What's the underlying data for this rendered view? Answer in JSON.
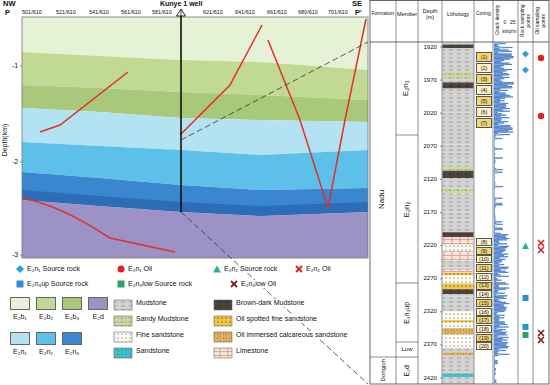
{
  "diagram": {
    "nodes": [
      {
        "text": [
          "Nadu"
        ]
      },
      {
        "text": [
          "Dongjun"
        ]
      },
      {
        "text": [
          "E₂n₁"
        ]
      },
      {
        "text": [
          "E₂n₂"
        ]
      },
      {
        "text": [
          "E₂n₃up"
        ]
      },
      {
        "text": [
          "Low"
        ]
      },
      {
        "text": [
          "E₂d"
        ]
      },
      {
        "text": [
          "(1)"
        ]
      },
      {
        "text": [
          "(2)"
        ]
      },
      {
        "text": [
          "(3)"
        ]
      },
      {
        "text": [
          "(4)"
        ]
      },
      {
        "text": [
          "(5)"
        ]
      },
      {
        "text": [
          "(6)"
        ]
      },
      {
        "text": [
          "(7)"
        ]
      },
      {
        "text": [
          "(8)"
        ]
      },
      {
        "text": [
          "(9)"
        ]
      },
      {
        "text": [
          "(10)"
        ]
      },
      {
        "text": [
          "(11)"
        ]
      },
      {
        "text": [
          "(12)"
        ]
      },
      {
        "text": [
          "(13)"
        ]
      },
      {
        "text": [
          "(14)"
        ]
      },
      {
        "text": [
          "(15)"
        ]
      },
      {
        "text": [
          "(16)"
        ]
      },
      {
        "text": [
          "(17)"
        ]
      },
      {
        "text": [
          "(18)"
        ]
      },
      {
        "text": [
          "(19)"
        ]
      },
      {
        "text": [
          "(20)"
        ]
      }
    ],
    "labels": [
      "NW",
      "P",
      "SE",
      "P'",
      "Kunye 1 well",
      "501/610",
      "521/610",
      "541/610",
      "561/610",
      "581/610",
      "621/610",
      "641/610",
      "661/610",
      "680/610",
      "701/610",
      "-1",
      "-2",
      "-3",
      "Depth(km)",
      "Formation",
      "Member",
      "Depth (m)",
      "Lithology",
      "Coring",
      "0",
      "25",
      "strip/m",
      "Crack density",
      "Rock sampling points",
      "Oil sampling points",
      "1920",
      "1970",
      "2020",
      "2070",
      "2120",
      "2170",
      "2220",
      "2270",
      "2320",
      "2370",
      "2420"
    ],
    "legend": [
      {
        "text": "E₂n₁ Source rock"
      },
      {
        "text": "E₂n₁ Oil"
      },
      {
        "text": "E₂n₂ Source rock"
      },
      {
        "text": "E₂n₂ Oil"
      },
      {
        "text": "E₂n₃up Source rock"
      },
      {
        "text": "E₂n₃low Source rock"
      },
      {
        "text": "E₂n₃low Oil"
      },
      {
        "text": "E₂b₁",
        "color": "#e6f2d6"
      },
      {
        "text": "E₂b₂",
        "color": "#c0d993"
      },
      {
        "text": "E₂b₃",
        "color": "#a9c97a"
      },
      {
        "text": "E₂d",
        "color": "#9c92c6"
      },
      {
        "text": "E₂n₁",
        "color": "#b3e3f2"
      },
      {
        "text": "E₂n₂",
        "color": "#5dc0e8"
      },
      {
        "text": "E₂n₃",
        "color": "#3b87cf"
      },
      {
        "text": "Mudstone"
      },
      {
        "text": "Brown-dark Mudstone"
      },
      {
        "text": "Sandstone"
      },
      {
        "text": "Sandy Mudstone"
      },
      {
        "text": "Oil spotted fine sandstone"
      },
      {
        "text": "Limestone"
      },
      {
        "text": "Fine sandstone"
      },
      {
        "text": "Oil immersed calcareous sandstone"
      }
    ]
  }
}
